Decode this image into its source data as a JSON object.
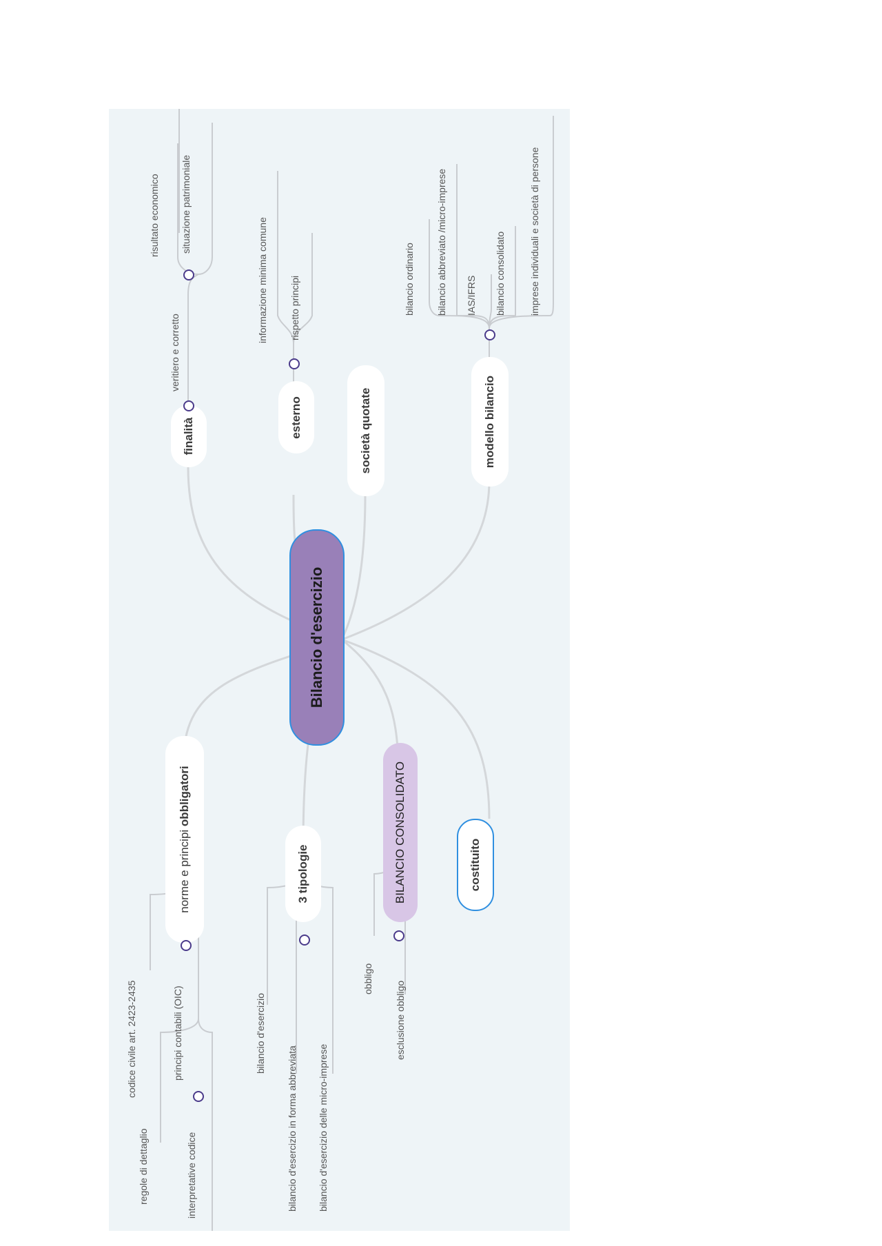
{
  "toolbar": {
    "more_label": "..."
  },
  "colors": {
    "canvas": "#eef4f7",
    "central": "#9980b8",
    "central_border": "#2f8fe0",
    "consolidato": "#d8c6e6",
    "connector": "#d4d7da",
    "node_dot": "#4a3a8a"
  },
  "central": {
    "label": "Bilancio d'esercizio"
  },
  "branches": {
    "finalita": {
      "label": "finalità"
    },
    "esterno": {
      "label": "esterno"
    },
    "societa_quotate": {
      "label": "società quotate"
    },
    "modello_bilancio": {
      "label": "modello bilancio"
    },
    "norme": {
      "label_part1": "norme e principi ",
      "label_part2": "obbligatori"
    },
    "tipologie": {
      "label": "3 tipologie"
    },
    "consolidato": {
      "label": "BILANCIO CONSOLIDATO"
    },
    "costituito": {
      "label": "costituito"
    }
  },
  "leaves": {
    "veritiero": "veritiero e corretto",
    "risultato": "risultato economico",
    "situazione": "situazione patrimoniale",
    "informazione": "informazione minima comune",
    "rispetto": "rispetto principi",
    "bil_ordinario": "bilancio ordinario",
    "bil_abbreviato": "bilancio abbreviato /micro-imprese",
    "ias": "IAS/IFRS",
    "bil_consolidato": "bilancio consolidato",
    "imprese": "imprese individuali e società di persone",
    "codice_civile": "codice civile art. 2423-2435",
    "principi_contabili": "principi contabili (OIC)",
    "regole": "regole di dettaglio",
    "interpretative": "interpretative codice",
    "bil_esercizio": "bilancio d'esercizio",
    "bil_forma_abbreviata": "bilancio d'esercizio in forma abbreviata",
    "bil_micro": "bilancio d'esercizio delle micro-imprese",
    "obbligo": "obbligo",
    "esclusione": "esclusione obbligo"
  }
}
